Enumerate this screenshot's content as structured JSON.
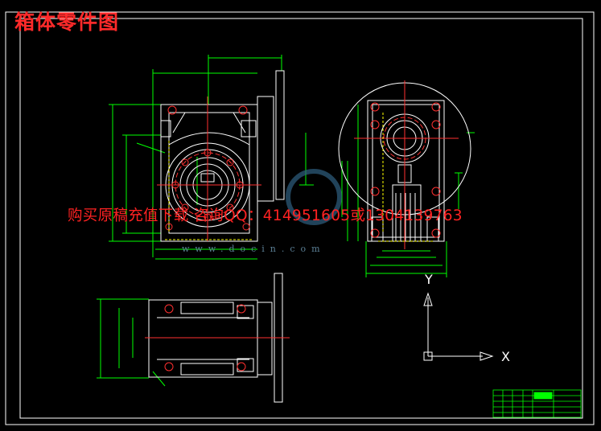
{
  "drawing": {
    "title": "箱体零件图",
    "watermark_text": "购买原稿充值下载 咨询QQ：414951605或1304139763",
    "watermark_url": "www.docin.com",
    "axis_x_label": "X",
    "axis_y_label": "Y",
    "colors": {
      "background": "#000000",
      "frame": "#ffffff",
      "outline": "#ffffff",
      "dimension": "#00ff00",
      "center": "#ff3030",
      "hidden": "#ffff00",
      "title": "#ff2a2a"
    }
  }
}
